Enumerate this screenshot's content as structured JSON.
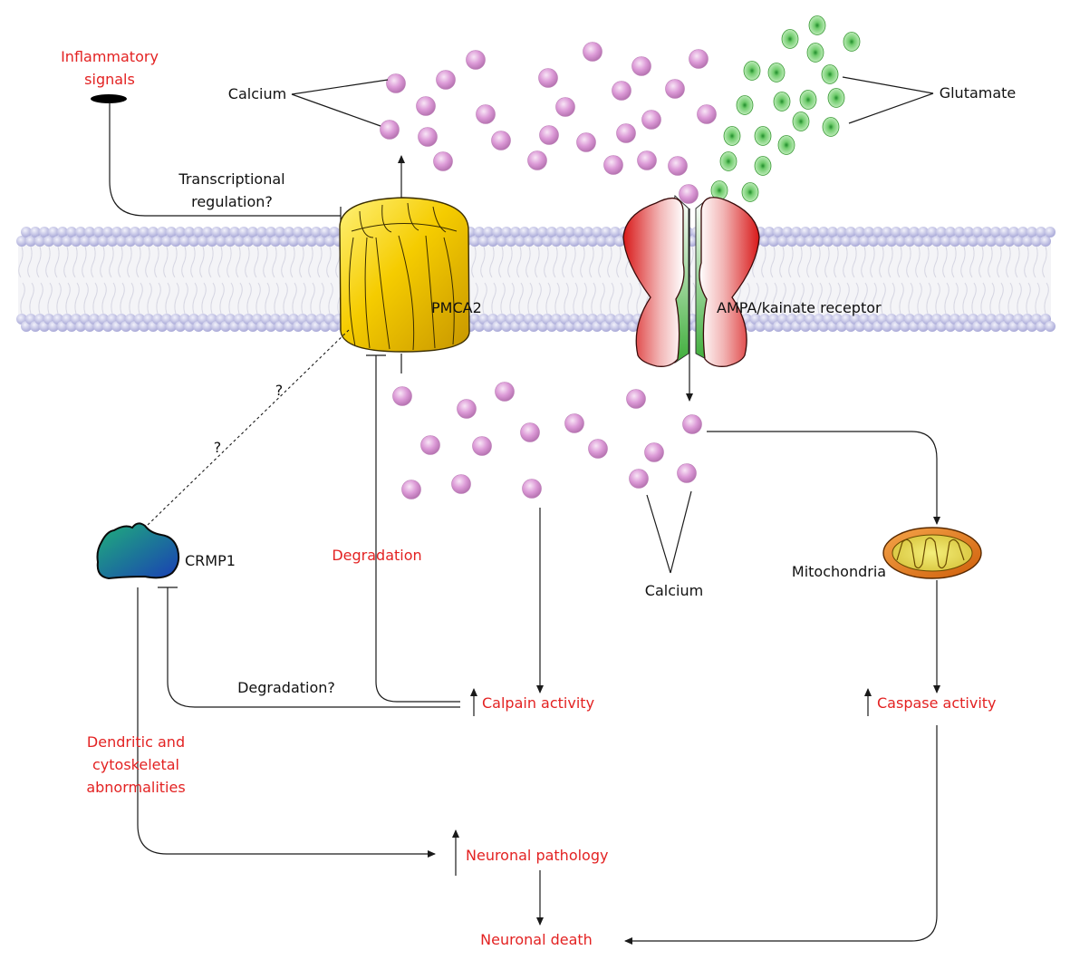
{
  "colors": {
    "label": "#111111",
    "emphasis": "#e32222",
    "calcium": "#d98fd4",
    "glutamate": "#7fce7a",
    "membrane": "#c9c9ea",
    "pmca2": "#f0c000",
    "receptor": "#d91c1c",
    "crmp1": "#1aa06a",
    "mitochondria": "#e07a1a"
  },
  "labels": {
    "inflammatory_line1": "Inflammatory",
    "inflammatory_line2": "signals",
    "calcium_top": "Calcium",
    "glutamate": "Glutamate",
    "transcriptional_line1": "Transcriptional",
    "transcriptional_line2": "regulation?",
    "pmca2": "PMCA2",
    "ampa": "AMPA/kainate receptor",
    "question_1": "?",
    "question_2": "?",
    "crmp1": "CRMP1",
    "degradation": "Degradation",
    "calcium_bottom": "Calcium",
    "mitochondria": "Mitochondria",
    "degradation_q": "Degradation?",
    "calpain": "Calpain activity",
    "caspase": "Caspase activity",
    "dendritic_line1": "Dendritic and",
    "dendritic_line2": "cytoskeletal",
    "dendritic_line3": "abnormalities",
    "neuronal_pathology": "Neuronal pathology",
    "neuronal_death": "Neuronal death"
  },
  "icons": [
    "calcium-ion",
    "glutamate-molecule",
    "membrane-bilayer",
    "pmca2-pump",
    "ampa-receptor",
    "crmp1-protein",
    "mitochondrion",
    "up-arrow",
    "inhibition-bar"
  ]
}
